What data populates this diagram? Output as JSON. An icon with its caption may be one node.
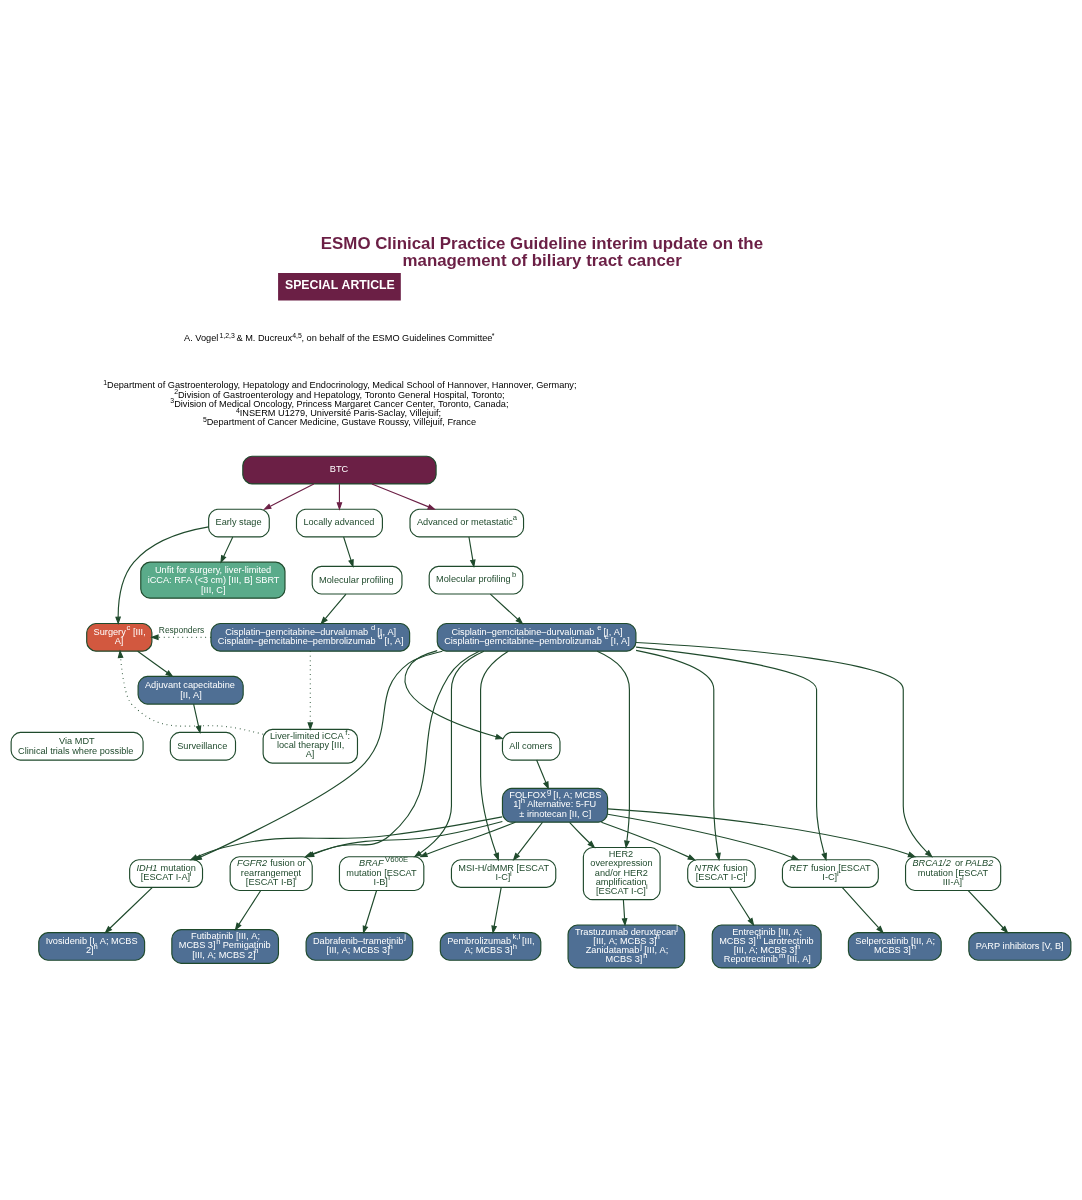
{
  "diagram": {
    "title": "ESMO Clinical Practice Guideline interim update on the management of biliary tract cancer",
    "nodes": [
      {
        "text": [
          "BTC"
        ]
      },
      {
        "text": [
          "Early stage"
        ]
      },
      {
        "text": [
          "Locally advanced"
        ]
      },
      {
        "text": [
          "Advanced or metastatic$^{a}$"
        ]
      },
      {
        "text": [
          "Unfit for surgery, liver-limited iCCA: RFA (<3 cm) [III, B] SBRT [III, C]"
        ]
      },
      {
        "text": [
          "Via MDT",
          "Clinical trials where possible"
        ]
      },
      {
        "text": [
          "Surgery$^{c}$ [III, A]"
        ]
      },
      {
        "text": [
          "Adjuvant capecitabine [II, A]"
        ]
      },
      {
        "text": [
          "Surveillance"
        ]
      },
      {
        "text": [
          "Molecular profiling"
        ]
      },
      {
        "text": [
          "Cisplatin–gemcitabine–durvalumab$^{d}$ [I, A] Cisplatin–gemcitabine–pembrolizumab$^{d}$ [I, A]"
        ]
      },
      {
        "text": [
          "Liver-limited iCCA$^{f}$: local therapy [III, A]"
        ]
      },
      {
        "text": [
          "All comers"
        ]
      },
      {
        "text": [
          "Molecular profiling$^{b}$"
        ]
      },
      {
        "text": [
          "Cisplatin–gemcitabine–durvalumab$^{e}$ [I, A] Cisplatin–gemcitabine–pembrolizumab$^{e}$ [I, A]"
        ]
      },
      {
        "text": [
          "FOLFOX$^{g}$ [I, A; MCBS 1]$^{h}$ Alternative: 5-FU ± irinotecan [II, C]"
        ]
      },
      {
        "text": [
          "*IDH1* mutation [ESCAT I-A]$^{i}$"
        ]
      },
      {
        "text": [
          "*FGFR2* fusion or rearrangement [ESCAT I-B]$^{i}$"
        ]
      },
      {
        "text": [
          "*BRAF*$^{V600E}$ mutation [ESCAT I-B]$^{i}$"
        ]
      },
      {
        "text": [
          "MSI-H/dMMR [ESCAT I-C]$^{i}$"
        ]
      },
      {
        "text": [
          "HER2 overexpression and/or HER2 amplification [ESCAT I-C]$^{i}$"
        ]
      },
      {
        "text": [
          "*NTRK* fusion [ESCAT I-C]$^{i}$"
        ]
      },
      {
        "text": [
          "*RET* fusion [ESCAT I-C]$^{i}$"
        ]
      },
      {
        "text": [
          "*BRCA1/2* or *PALB2* mutation [ESCAT III-A]$^{i}$"
        ]
      },
      {
        "text": [
          "Ivosidenib [I, A; MCBS 2]$^{h}$"
        ]
      },
      {
        "text": [
          "Futibatinib [III, A; MCBS 3]$^{h}$ Pemigatinib [III, A; MCBS 2]$^{h}$"
        ]
      },
      {
        "text": [
          "Dabrafenib–trametinib$^{j}$ [III, A; MCBS 3]$^{h}$"
        ]
      },
      {
        "text": [
          "Pembrolizumab$^{k,l}$ [III, A; MCBS 3]$^{h}$"
        ]
      },
      {
        "text": [
          "Trastuzumab deruxtecan$^{j}$ [III, A; MCBS 3]$^{h}$ Zanidatamab$^{j}$ [III, A; MCBS 3]$^{h}$"
        ]
      },
      {
        "text": [
          "Entrectinib [III, A; MCBS 3]$^{h}$ Larotrectinib [III, A; MCBS 3]$^{h}$ Repotrectinib$^{m}$ [III, A]"
        ]
      },
      {
        "text": [
          "Selpercatinib [III, A; MCBS 3]$^{h}$"
        ]
      },
      {
        "text": [
          "PARP inhibitors [V, B]"
        ]
      }
    ],
    "edges": [
      {
        "from": 0,
        "to": 1,
        "arrow": "to",
        "color": "#6b1f45"
      },
      {
        "from": 0,
        "to": 2,
        "arrow": "to",
        "color": "#6b1f45"
      },
      {
        "from": 0,
        "to": 3,
        "arrow": "to",
        "color": "#6b1f45"
      },
      {
        "from": 1,
        "to": 4,
        "arrow": "to"
      },
      {
        "from": 1,
        "to": 6,
        "arrow": "to"
      },
      {
        "from": 6,
        "to": 7,
        "arrow": "to"
      },
      {
        "from": 7,
        "to": 8,
        "arrow": "to"
      },
      {
        "from": 2,
        "to": 9,
        "arrow": "to"
      },
      {
        "from": 9,
        "to": 10,
        "arrow": "to"
      },
      {
        "from": 10,
        "to": 6,
        "arrow": "to",
        "style": "dashed",
        "label": "Responders"
      },
      {
        "from": 11,
        "to": 6,
        "arrow": "to",
        "style": "dashed"
      },
      {
        "from": 10,
        "to": 11,
        "arrow": "to",
        "style": "dashed"
      },
      {
        "from": 3,
        "to": 13,
        "arrow": "to"
      },
      {
        "from": 13,
        "to": 14,
        "arrow": "to"
      },
      {
        "from": 14,
        "to": 12,
        "arrow": "to"
      },
      {
        "from": 12,
        "to": 15,
        "arrow": "to"
      },
      {
        "from": 15,
        "to": 16,
        "arrow": "to"
      },
      {
        "from": 15,
        "to": 17,
        "arrow": "to"
      },
      {
        "from": 15,
        "to": 18,
        "arrow": "to"
      },
      {
        "from": 15,
        "to": 19,
        "arrow": "to"
      },
      {
        "from": 15,
        "to": 20,
        "arrow": "to"
      },
      {
        "from": 15,
        "to": 21,
        "arrow": "to"
      },
      {
        "from": 15,
        "to": 22,
        "arrow": "to"
      },
      {
        "from": 15,
        "to": 23,
        "arrow": "to"
      },
      {
        "from": 14,
        "to": 16,
        "arrow": "to"
      },
      {
        "from": 14,
        "to": 17,
        "arrow": "to"
      },
      {
        "from": 14,
        "to": 18,
        "arrow": "to"
      },
      {
        "from": 14,
        "to": 19,
        "arrow": "to"
      },
      {
        "from": 14,
        "to": 20,
        "arrow": "to"
      },
      {
        "from": 14,
        "to": 21,
        "arrow": "to"
      },
      {
        "from": 14,
        "to": 22,
        "arrow": "to"
      },
      {
        "from": 14,
        "to": 23,
        "arrow": "to"
      },
      {
        "from": 16,
        "to": 24,
        "arrow": "to"
      },
      {
        "from": 17,
        "to": 25,
        "arrow": "to"
      },
      {
        "from": 18,
        "to": 26,
        "arrow": "to"
      },
      {
        "from": 19,
        "to": 27,
        "arrow": "to"
      },
      {
        "from": 20,
        "to": 28,
        "arrow": "to"
      },
      {
        "from": 21,
        "to": 29,
        "arrow": "to"
      },
      {
        "from": 22,
        "to": 30,
        "arrow": "to"
      },
      {
        "from": 23,
        "to": 31,
        "arrow": "to"
      }
    ],
    "labels": [
      "SPECIAL ARTICLE",
      "A. Vogel$^{1,2,3}$ & M. Ducreux$^{4,5}$, on behalf of the ESMO Guidelines Committee$^{*}$",
      "$^{1}$Department of Gastroenterology, Hepatology and Endocrinology, Medical School of Hannover, Hannover, Germany; $^{2}$Division of Gastroenterology and Hepatology, Toronto General Hospital, Toronto; $^{3}$Division of Medical Oncology, Princess Margaret Cancer Center, Toronto, Canada; $^{4}$INSERM U1279, Université Paris-Saclay, Villejuif; $^{5}$Department of Cancer Medicine, Gustave Roussy, Villejuif, France"
    ]
  }
}
